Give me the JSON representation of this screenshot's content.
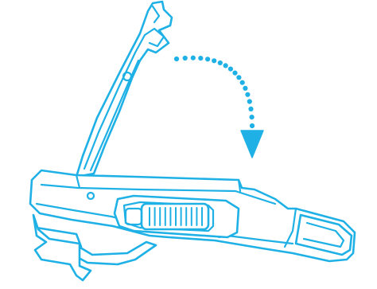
{
  "illustration": {
    "subject": "utility-knife-opening",
    "accent_color": "#1fb1e6",
    "background_color": "#ffffff",
    "arrow": {
      "style": "dotted-curved",
      "direction": "down"
    }
  }
}
